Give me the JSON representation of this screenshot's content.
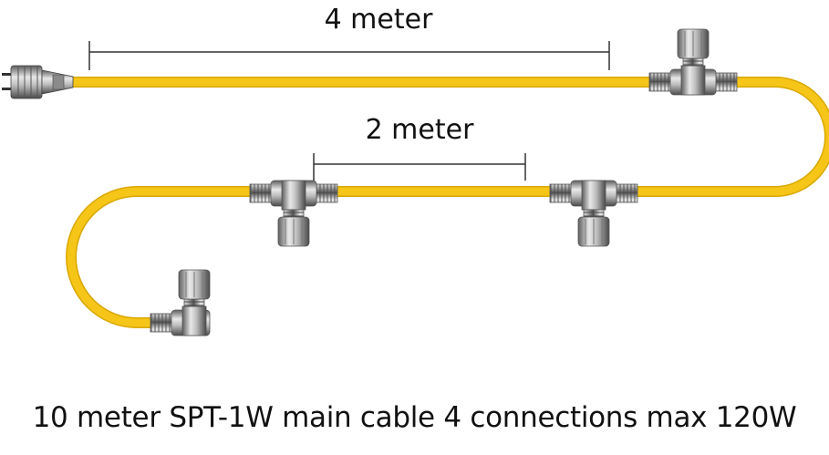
{
  "dimensions": {
    "top_label": "4 meter",
    "middle_label": "2 meter"
  },
  "caption": "10 meter SPT-1W main cable 4 connections max 120W",
  "colors": {
    "cable": "#F5C518",
    "cable_edge": "#D9A800",
    "connector_light": "#E8E8E8",
    "connector_mid": "#A8A8A8",
    "connector_dark": "#5E5E5E",
    "dimension_line": "#333333",
    "text": "#111111"
  },
  "components": {
    "plug": "male-plug-icon",
    "tee_count": 3,
    "end_connector": "elbow-connector-icon"
  }
}
